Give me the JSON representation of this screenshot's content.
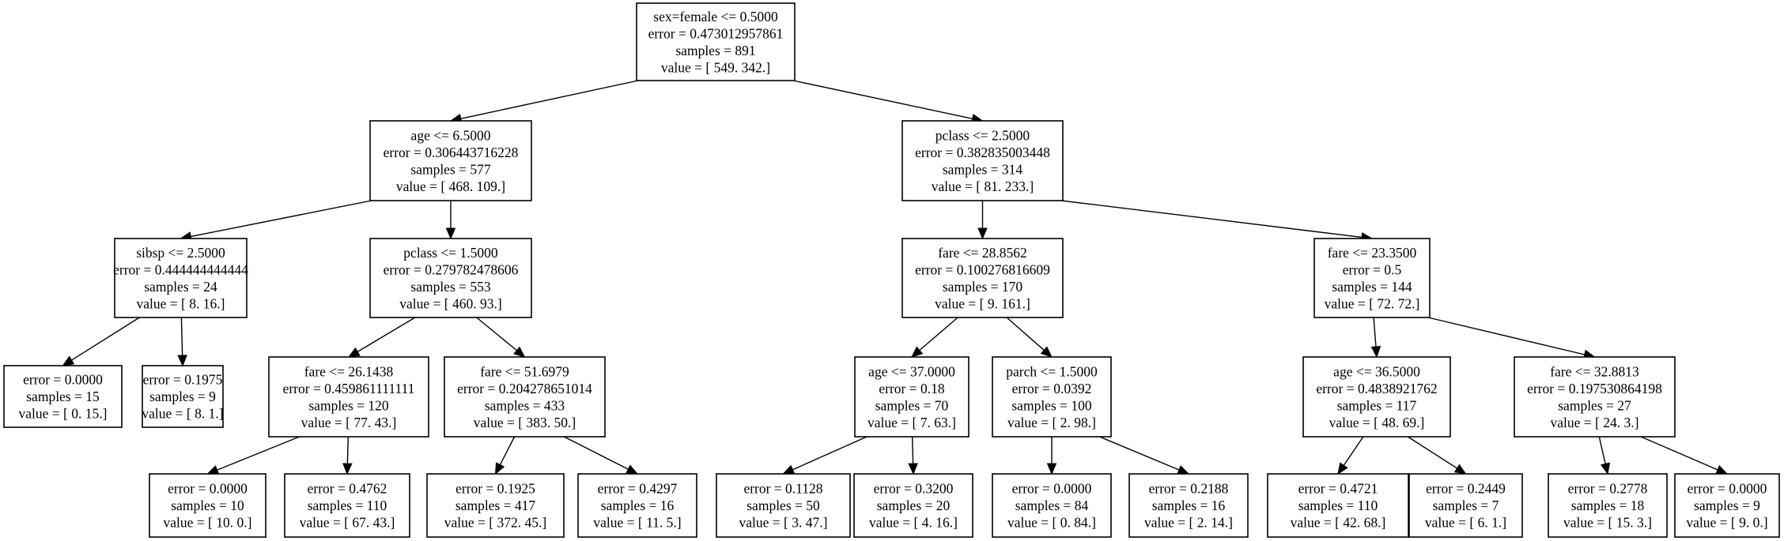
{
  "tree": {
    "nodes": [
      {
        "id": "n0",
        "lines": [
          "sex=female <= 0.5000",
          "error = 0.473012957861",
          "samples = 891",
          "value = [ 549.  342.]"
        ]
      },
      {
        "id": "n1",
        "lines": [
          "age <= 6.5000",
          "error = 0.306443716228",
          "samples = 577",
          "value = [ 468.  109.]"
        ]
      },
      {
        "id": "n2",
        "lines": [
          "pclass <= 2.5000",
          "error = 0.382835003448",
          "samples = 314",
          "value = [  81.  233.]"
        ]
      },
      {
        "id": "n3",
        "lines": [
          "sibsp <= 2.5000",
          "error = 0.444444444444",
          "samples = 24",
          "value = [  8.  16.]"
        ]
      },
      {
        "id": "n4",
        "lines": [
          "pclass <= 1.5000",
          "error = 0.279782478606",
          "samples = 553",
          "value = [ 460.   93.]"
        ]
      },
      {
        "id": "n5",
        "lines": [
          "fare <= 28.8562",
          "error = 0.100276816609",
          "samples = 170",
          "value = [   9.  161.]"
        ]
      },
      {
        "id": "n6",
        "lines": [
          "fare <= 23.3500",
          "error = 0.5",
          "samples = 144",
          "value = [ 72.  72.]"
        ]
      },
      {
        "id": "n7",
        "lines": [
          "error = 0.0000",
          "samples = 15",
          "value = [  0.  15.]"
        ]
      },
      {
        "id": "n8",
        "lines": [
          "error = 0.1975",
          "samples = 9",
          "value = [ 8.  1.]"
        ]
      },
      {
        "id": "n9",
        "lines": [
          "fare <= 26.1438",
          "error = 0.459861111111",
          "samples = 120",
          "value = [  77.  43.]"
        ]
      },
      {
        "id": "n10",
        "lines": [
          "fare <= 51.6979",
          "error = 0.204278651014",
          "samples = 433",
          "value = [ 383.   50.]"
        ]
      },
      {
        "id": "n11",
        "lines": [
          "age <= 37.0000",
          "error = 0.18",
          "samples = 70",
          "value = [  7.  63.]"
        ]
      },
      {
        "id": "n12",
        "lines": [
          "parch <= 1.5000",
          "error = 0.0392",
          "samples = 100",
          "value = [  2.  98.]"
        ]
      },
      {
        "id": "n13",
        "lines": [
          "age <= 36.5000",
          "error = 0.4838921762",
          "samples = 117",
          "value = [ 48.  69.]"
        ]
      },
      {
        "id": "n14",
        "lines": [
          "fare <= 32.8813",
          "error = 0.197530864198",
          "samples = 27",
          "value = [ 24.   3.]"
        ]
      },
      {
        "id": "n15",
        "lines": [
          "error = 0.0000",
          "samples = 10",
          "value = [ 10.   0.]"
        ]
      },
      {
        "id": "n16",
        "lines": [
          "error = 0.4762",
          "samples = 110",
          "value = [ 67.  43.]"
        ]
      },
      {
        "id": "n17",
        "lines": [
          "error = 0.1925",
          "samples = 417",
          "value = [ 372.   45.]"
        ]
      },
      {
        "id": "n18",
        "lines": [
          "error = 0.4297",
          "samples = 16",
          "value = [ 11.   5.]"
        ]
      },
      {
        "id": "n19",
        "lines": [
          "error = 0.1128",
          "samples = 50",
          "value = [  3.  47.]"
        ]
      },
      {
        "id": "n20",
        "lines": [
          "error = 0.3200",
          "samples = 20",
          "value = [  4.  16.]"
        ]
      },
      {
        "id": "n21",
        "lines": [
          "error = 0.0000",
          "samples = 84",
          "value = [  0.  84.]"
        ]
      },
      {
        "id": "n22",
        "lines": [
          "error = 0.2188",
          "samples = 16",
          "value = [  2.  14.]"
        ]
      },
      {
        "id": "n23",
        "lines": [
          "error = 0.4721",
          "samples = 110",
          "value = [ 42.  68.]"
        ]
      },
      {
        "id": "n24",
        "lines": [
          "error = 0.2449",
          "samples = 7",
          "value = [ 6.  1.]"
        ]
      },
      {
        "id": "n25",
        "lines": [
          "error = 0.2778",
          "samples = 18",
          "value = [ 15.   3.]"
        ]
      },
      {
        "id": "n26",
        "lines": [
          "error = 0.0000",
          "samples = 9",
          "value = [ 9.  0.]"
        ]
      }
    ],
    "edges": [
      [
        "n0",
        "n1"
      ],
      [
        "n0",
        "n2"
      ],
      [
        "n1",
        "n3"
      ],
      [
        "n1",
        "n4"
      ],
      [
        "n2",
        "n5"
      ],
      [
        "n2",
        "n6"
      ],
      [
        "n3",
        "n7"
      ],
      [
        "n3",
        "n8"
      ],
      [
        "n4",
        "n9"
      ],
      [
        "n4",
        "n10"
      ],
      [
        "n5",
        "n11"
      ],
      [
        "n5",
        "n12"
      ],
      [
        "n6",
        "n13"
      ],
      [
        "n6",
        "n14"
      ],
      [
        "n9",
        "n15"
      ],
      [
        "n9",
        "n16"
      ],
      [
        "n10",
        "n17"
      ],
      [
        "n10",
        "n18"
      ],
      [
        "n11",
        "n19"
      ],
      [
        "n11",
        "n20"
      ],
      [
        "n12",
        "n21"
      ],
      [
        "n12",
        "n22"
      ],
      [
        "n13",
        "n23"
      ],
      [
        "n13",
        "n24"
      ],
      [
        "n14",
        "n25"
      ],
      [
        "n14",
        "n26"
      ]
    ]
  }
}
